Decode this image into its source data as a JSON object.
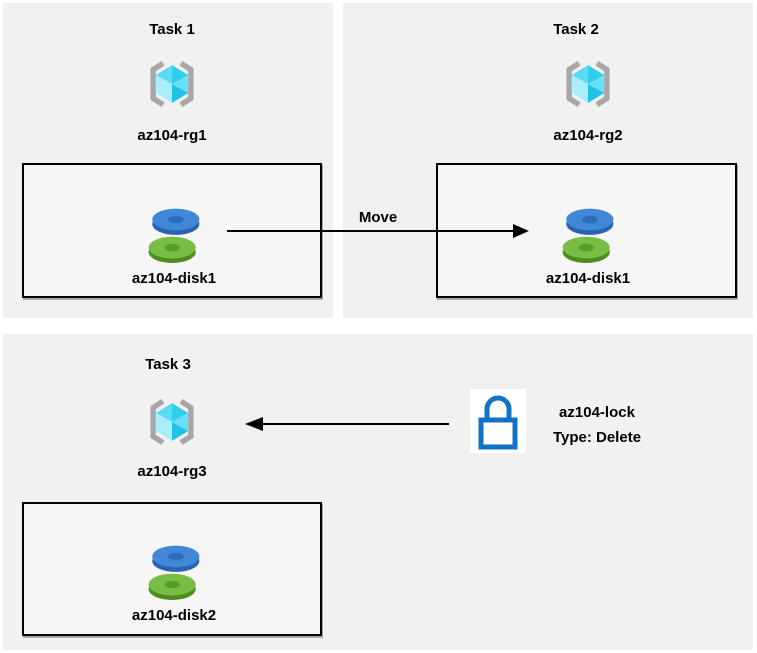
{
  "panels": [
    {
      "title": "Task 1",
      "resource_group": "az104-rg1",
      "disk": "az104-disk1"
    },
    {
      "title": "Task 2",
      "resource_group": "az104-rg2",
      "disk": "az104-disk1"
    },
    {
      "title": "Task 3",
      "resource_group": "az104-rg3",
      "disk": "az104-disk2"
    }
  ],
  "move_arrow": {
    "label": "Move"
  },
  "lock": {
    "name": "az104-lock",
    "type_label": "Type: Delete"
  },
  "icons": {
    "resource_group": "azure-resource-group-icon (gray brackets with cyan cube)",
    "disk": "azure-disk-icon (blue disk stacked over green disk)",
    "lock": "padlock-icon (blue outline on white square)"
  },
  "colors": {
    "panel_background": "#f1f1f1",
    "resource_box_background": "#f6f6f6",
    "resource_box_border": "#000000",
    "arrow": "#000000",
    "bracket_gray": "#a6a6a6",
    "cube_cyan_bright": "#58dcf4",
    "cube_cyan_dark": "#20c2e7",
    "cube_cyan_pale": "#a9eefb",
    "disk_blue": "#4187d7",
    "disk_blue_dark": "#2a63af",
    "disk_green": "#79bd44",
    "disk_green_dark": "#4e8c1d",
    "lock_blue": "#1173c5"
  }
}
